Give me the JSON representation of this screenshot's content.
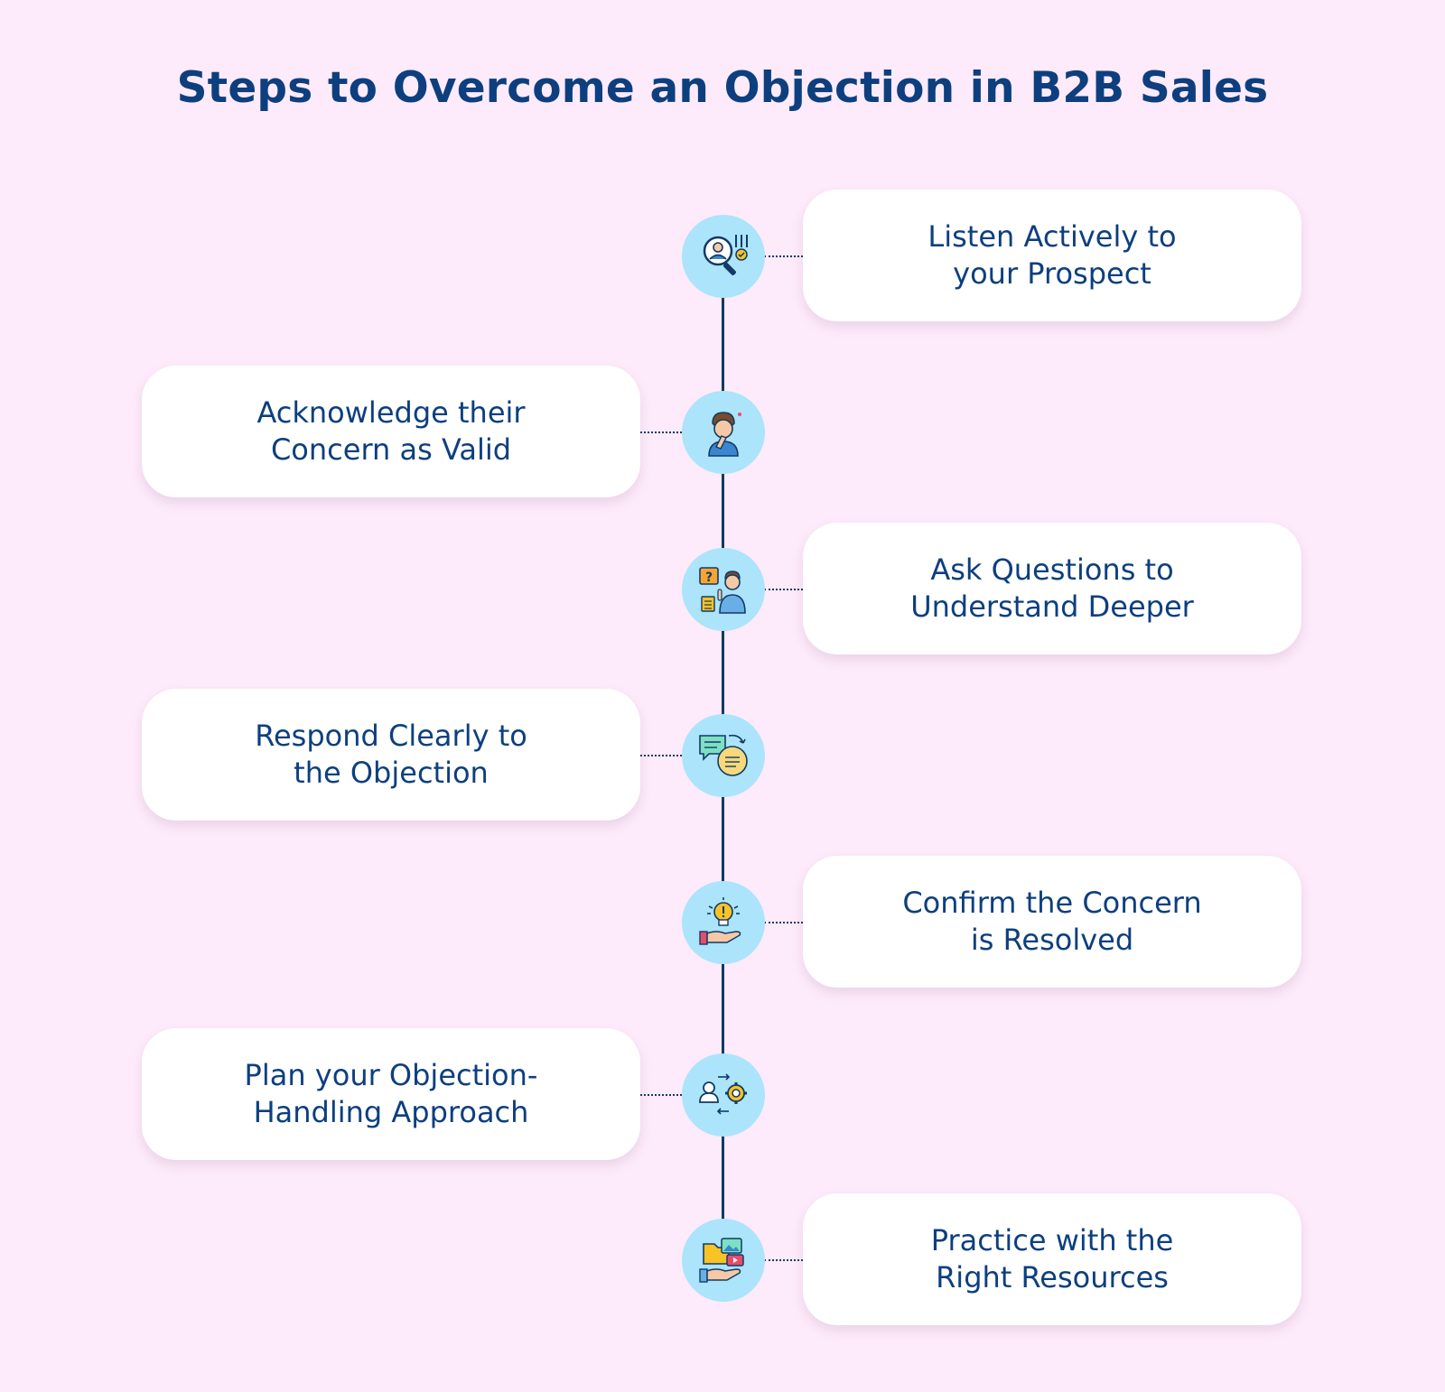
{
  "title": "Steps to Overcome an Objection in B2B Sales",
  "colors": {
    "background": "#fdeafa",
    "accent_text": "#0d3f7f",
    "timeline": "#123a66",
    "icon_circle": "#abe4fb"
  },
  "steps": [
    {
      "side": "right",
      "line1": "Listen Actively to",
      "line2": "your Prospect",
      "icon": "search-person-icon"
    },
    {
      "side": "left",
      "line1": "Acknowledge their",
      "line2": "Concern as Valid",
      "icon": "thinking-person-icon"
    },
    {
      "side": "right",
      "line1": "Ask Questions to",
      "line2": "Understand Deeper",
      "icon": "question-person-icon"
    },
    {
      "side": "left",
      "line1": "Respond Clearly to",
      "line2": "the Objection",
      "icon": "chat-bubbles-icon"
    },
    {
      "side": "right",
      "line1": "Confirm the Concern",
      "line2": "is Resolved",
      "icon": "lightbulb-hand-icon"
    },
    {
      "side": "left",
      "line1": "Plan your Objection-",
      "line2": "Handling Approach",
      "icon": "person-gear-icon"
    },
    {
      "side": "right",
      "line1": "Practice with the",
      "line2": "Right Resources",
      "icon": "resources-hand-icon"
    }
  ]
}
